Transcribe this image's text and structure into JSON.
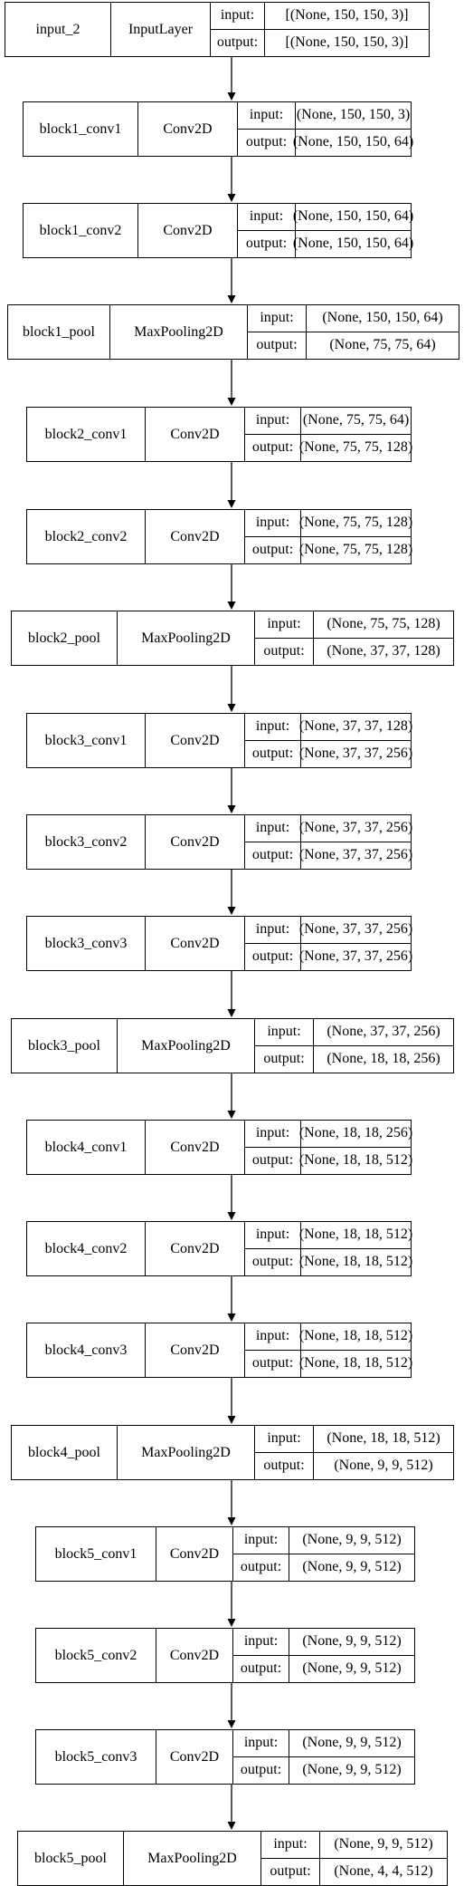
{
  "labels": {
    "input": "input:",
    "output": "output:"
  },
  "layers": [
    {
      "name": "input_2",
      "type": "InputLayer",
      "input": "[(None, 150, 150, 3)]",
      "output": "[(None, 150, 150, 3)]"
    },
    {
      "name": "block1_conv1",
      "type": "Conv2D",
      "input": "(None, 150, 150, 3)",
      "output": "(None, 150, 150, 64)"
    },
    {
      "name": "block1_conv2",
      "type": "Conv2D",
      "input": "(None, 150, 150, 64)",
      "output": "(None, 150, 150, 64)"
    },
    {
      "name": "block1_pool",
      "type": "MaxPooling2D",
      "input": "(None, 150, 150, 64)",
      "output": "(None, 75, 75, 64)"
    },
    {
      "name": "block2_conv1",
      "type": "Conv2D",
      "input": "(None, 75, 75, 64)",
      "output": "(None, 75, 75, 128)"
    },
    {
      "name": "block2_conv2",
      "type": "Conv2D",
      "input": "(None, 75, 75, 128)",
      "output": "(None, 75, 75, 128)"
    },
    {
      "name": "block2_pool",
      "type": "MaxPooling2D",
      "input": "(None, 75, 75, 128)",
      "output": "(None, 37, 37, 128)"
    },
    {
      "name": "block3_conv1",
      "type": "Conv2D",
      "input": "(None, 37, 37, 128)",
      "output": "(None, 37, 37, 256)"
    },
    {
      "name": "block3_conv2",
      "type": "Conv2D",
      "input": "(None, 37, 37, 256)",
      "output": "(None, 37, 37, 256)"
    },
    {
      "name": "block3_conv3",
      "type": "Conv2D",
      "input": "(None, 37, 37, 256)",
      "output": "(None, 37, 37, 256)"
    },
    {
      "name": "block3_pool",
      "type": "MaxPooling2D",
      "input": "(None, 37, 37, 256)",
      "output": "(None, 18, 18, 256)"
    },
    {
      "name": "block4_conv1",
      "type": "Conv2D",
      "input": "(None, 18, 18, 256)",
      "output": "(None, 18, 18, 512)"
    },
    {
      "name": "block4_conv2",
      "type": "Conv2D",
      "input": "(None, 18, 18, 512)",
      "output": "(None, 18, 18, 512)"
    },
    {
      "name": "block4_conv3",
      "type": "Conv2D",
      "input": "(None, 18, 18, 512)",
      "output": "(None, 18, 18, 512)"
    },
    {
      "name": "block4_pool",
      "type": "MaxPooling2D",
      "input": "(None, 18, 18, 512)",
      "output": "(None, 9, 9, 512)"
    },
    {
      "name": "block5_conv1",
      "type": "Conv2D",
      "input": "(None, 9, 9, 512)",
      "output": "(None, 9, 9, 512)"
    },
    {
      "name": "block5_conv2",
      "type": "Conv2D",
      "input": "(None, 9, 9, 512)",
      "output": "(None, 9, 9, 512)"
    },
    {
      "name": "block5_conv3",
      "type": "Conv2D",
      "input": "(None, 9, 9, 512)",
      "output": "(None, 9, 9, 512)"
    },
    {
      "name": "block5_pool",
      "type": "MaxPooling2D",
      "input": "(None, 9, 9, 512)",
      "output": "(None, 4, 4, 512)"
    }
  ]
}
